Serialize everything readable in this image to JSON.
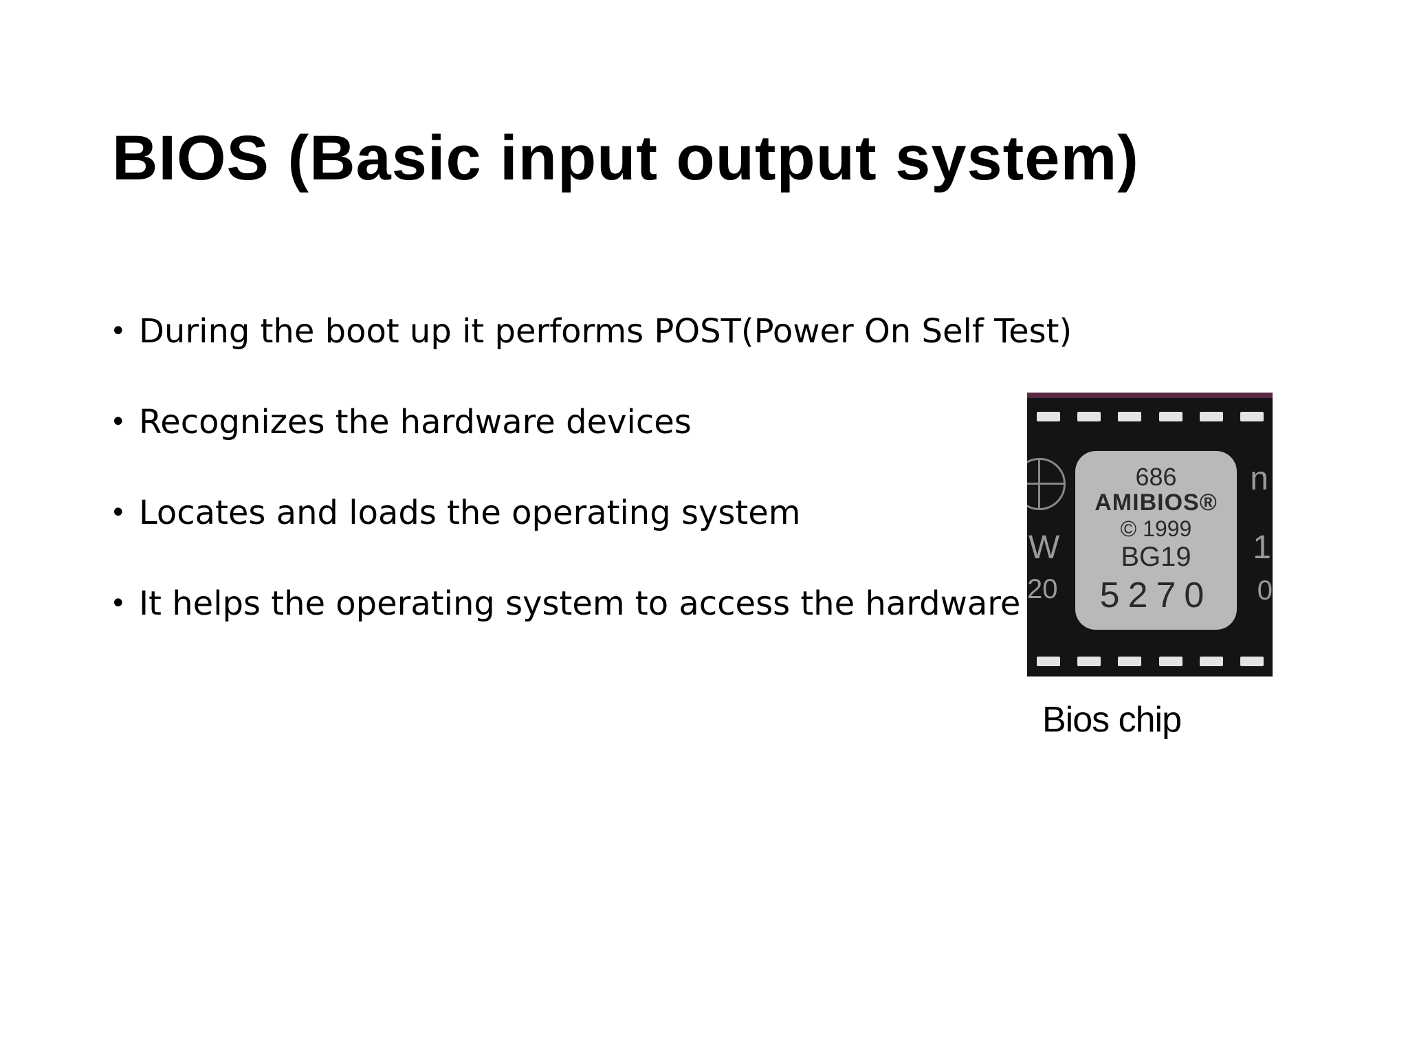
{
  "slide": {
    "title": "BIOS (Basic input output system)",
    "bullets": [
      "During the boot up it performs POST(Power On Self Test)",
      "Recognizes the hardware devices",
      "Locates and loads the operating system",
      "It helps the operating system to access the hardware"
    ],
    "bullet_symbol": "•"
  },
  "figure": {
    "caption": "Bios chip",
    "chip_text": {
      "line1": "686",
      "line2": "AMIBIOS®",
      "line3": "© 1999",
      "line4": "BG19",
      "line5": "5270"
    },
    "edge_text": {
      "left_top": "W",
      "left_bottom": "20",
      "right_top": "n",
      "right_middle": "1",
      "right_bottom": "0"
    }
  }
}
